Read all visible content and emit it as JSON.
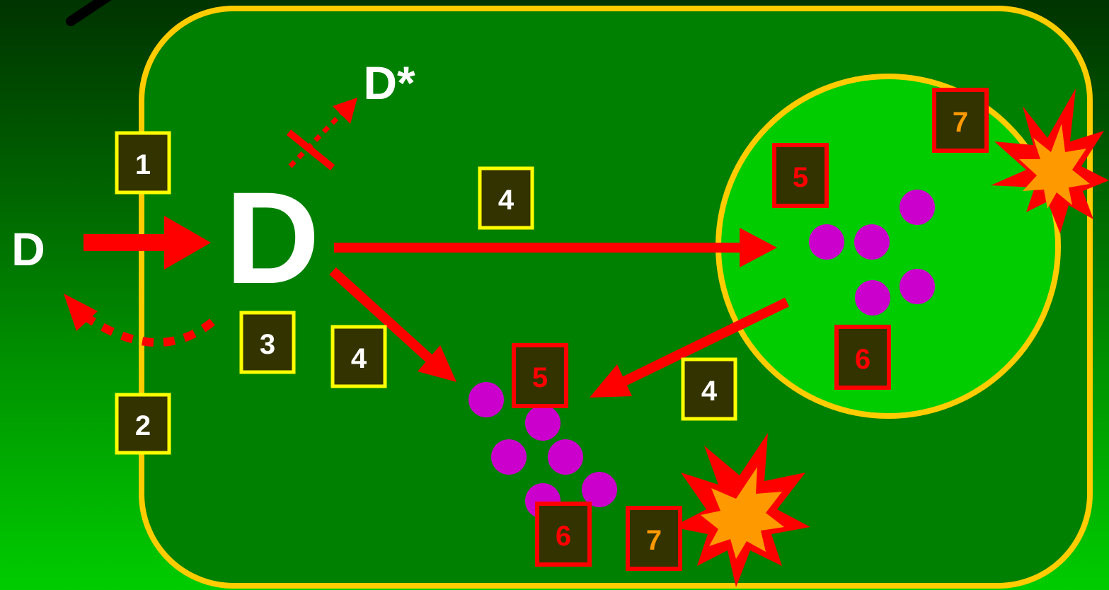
{
  "labels": {
    "drug_outside": "D",
    "drug_inside": "D",
    "metabolite": "D*",
    "step_1": "1",
    "step_2": "2",
    "step_3": "3",
    "step_4_top": "4",
    "step_4_left": "4",
    "step_4_right": "4",
    "step_5_nucleus": "5",
    "step_5_cytoplasm": "5",
    "step_6_nucleus": "6",
    "step_6_cytoplasm": "6",
    "step_7_nucleus": "7",
    "step_7_cytoplasm": "7"
  },
  "colors": {
    "background_top": "#003300",
    "background_bottom": "#00cc00",
    "cell_fill": "#008000",
    "membrane": "#ffcc00",
    "nucleus_fill": "#00cc00",
    "arrow": "#ff0000",
    "target": "#cc00cc",
    "box_fill": "#333300",
    "yellow_box_border": "#ffff00",
    "red_box_border": "#ff0000",
    "white_text": "#ffffff",
    "red_text": "#ff0000",
    "orange_text": "#ff9900",
    "burst_outer": "#ff0000",
    "burst_inner": "#ff9900"
  },
  "icons": [
    "explosion-icon",
    "target-molecule"
  ]
}
